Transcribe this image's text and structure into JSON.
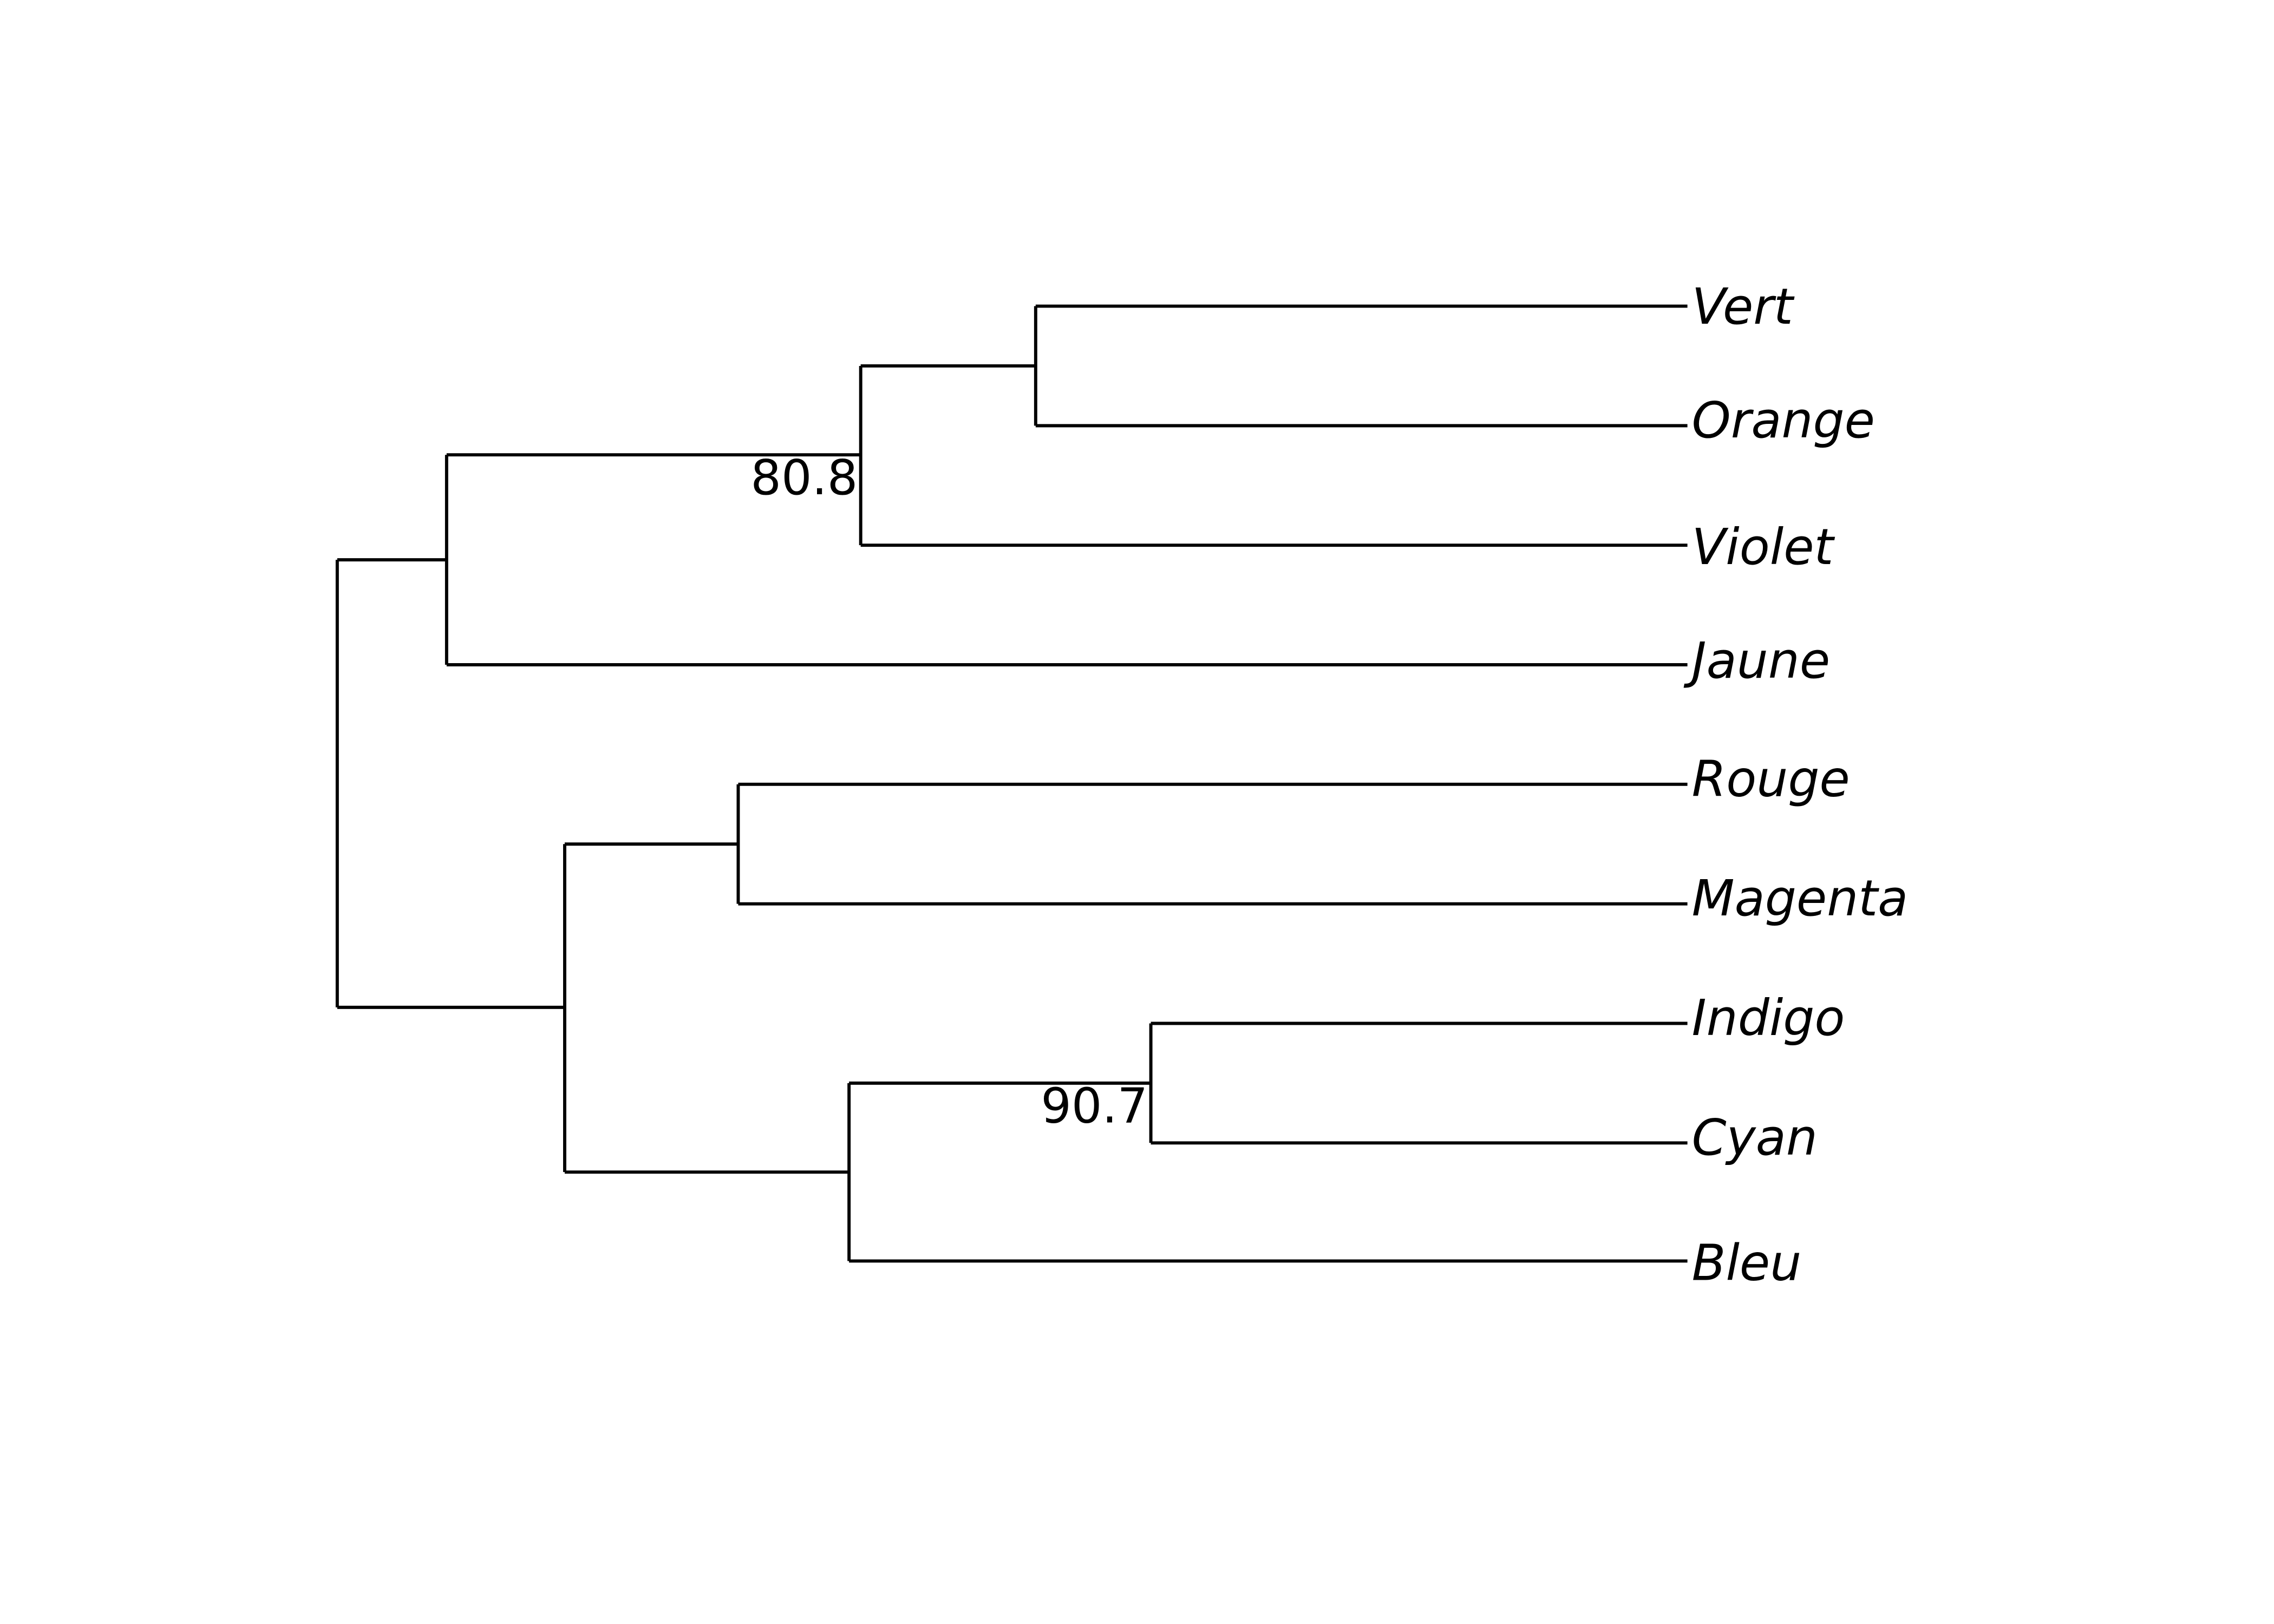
{
  "diagram": {
    "type": "phylogenetic-tree",
    "tips": [
      "Vert",
      "Orange",
      "Violet",
      "Jaune",
      "Rouge",
      "Magenta",
      "Indigo",
      "Cyan",
      "Bleu"
    ],
    "support_labels": [
      "80.8",
      "90.7"
    ],
    "line_color": "#000000"
  }
}
